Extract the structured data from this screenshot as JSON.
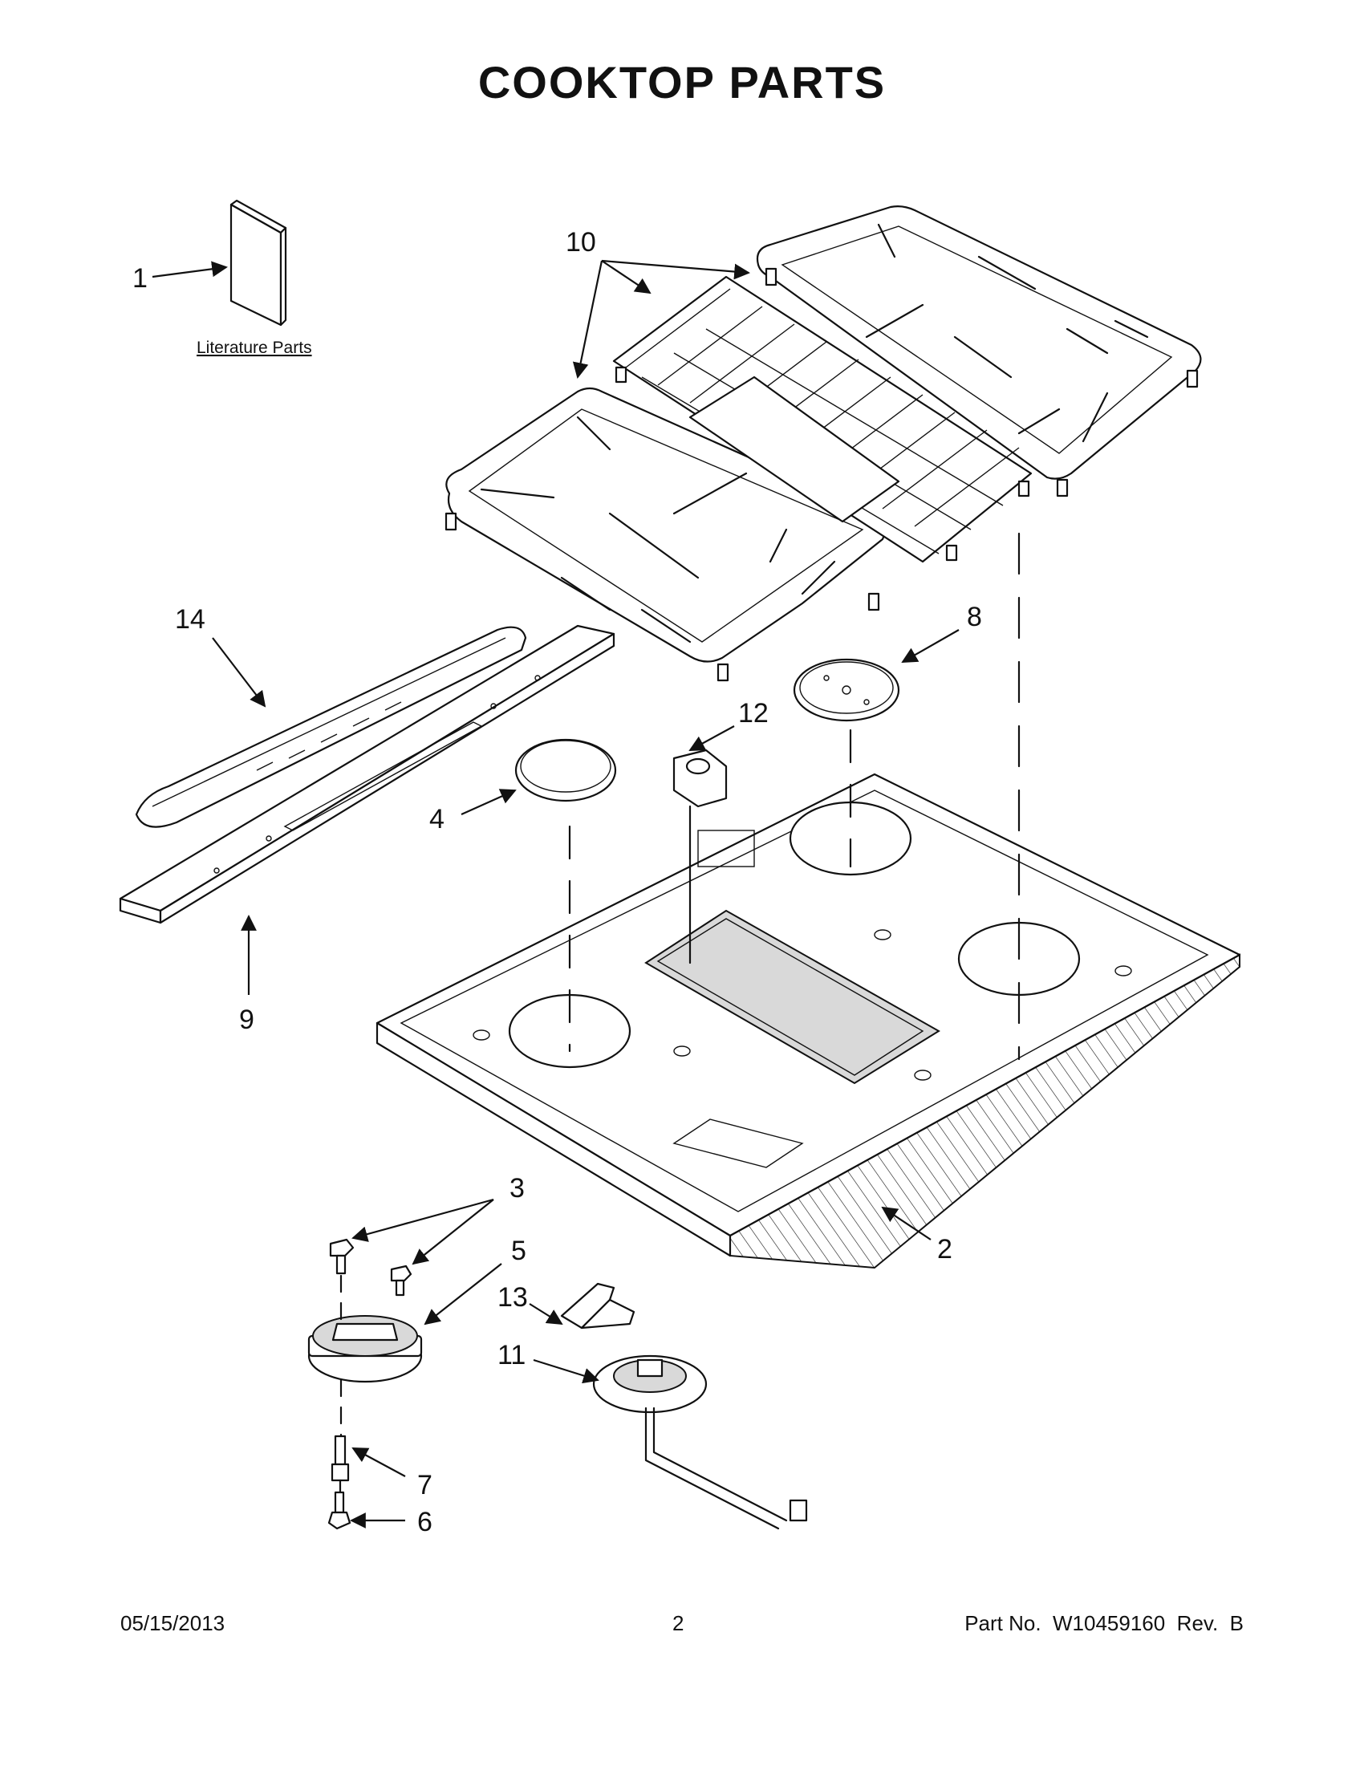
{
  "title": "COOKTOP PARTS",
  "literature_label": "Literature Parts",
  "callouts": [
    "1",
    "2",
    "3",
    "4",
    "5",
    "6",
    "7",
    "8",
    "9",
    "10",
    "11",
    "12",
    "13",
    "14"
  ],
  "footer": {
    "date": "05/15/2013",
    "page": "2",
    "part_no": "Part No.  W10459160  Rev.  B"
  }
}
